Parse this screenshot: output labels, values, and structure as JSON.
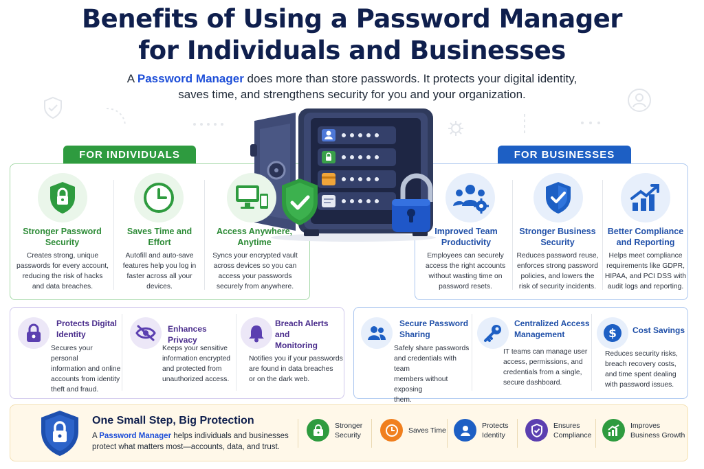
{
  "header": {
    "title_line1": "Benefits of Using a Password Manager",
    "title_line2": "for Individuals and Businesses",
    "subtitle_pre": "A ",
    "subtitle_highlight": "Password Manager",
    "subtitle_post": " does more than store passwords. It protects your digital identity,",
    "subtitle_line2": "saves time, and strengthens security for you and your organization."
  },
  "individuals": {
    "label": "FOR INDIVIDUALS",
    "features": [
      {
        "title1": "Stronger Password",
        "title2": "Security",
        "desc": [
          "Creates strong, unique",
          "passwords for every account,",
          "reducing the risk of hacks",
          "and data breaches."
        ],
        "icon": "lock-shield-icon"
      },
      {
        "title1": "Saves Time and",
        "title2": "Effort",
        "desc": [
          "Autofill and auto-save",
          "features help you log in",
          "faster across all your",
          "devices."
        ],
        "icon": "clock-icon"
      },
      {
        "title1": "Access Anywhere,",
        "title2": "Anytime",
        "desc": [
          "Syncs your encrypted vault",
          "across devices so you can",
          "access your passwords",
          "securely from anywhere."
        ],
        "icon": "devices-icon"
      }
    ],
    "secondary": [
      {
        "title1": "Protects Digital",
        "title2": "Identity",
        "desc": [
          "Secures your personal",
          "information and online",
          "accounts from identity",
          "theft and fraud."
        ],
        "icon": "lock-icon"
      },
      {
        "title1": "Enhances Privacy",
        "title2": "",
        "desc": [
          "Keeps your sensitive",
          "information encrypted",
          "and protected from",
          "unauthorized access."
        ],
        "icon": "eye-off-icon"
      },
      {
        "title1": "Breach Alerts and",
        "title2": "Monitoring",
        "desc": [
          "Notifies you if your passwords",
          "are found in data breaches",
          "or on the dark web."
        ],
        "icon": "bell-icon"
      }
    ]
  },
  "businesses": {
    "label": "FOR BUSINESSES",
    "features": [
      {
        "title1": "Improved Team",
        "title2": "Productivity",
        "desc": [
          "Employees can securely",
          "access the right accounts",
          "without wasting time on",
          "password resets."
        ],
        "icon": "team-gear-icon"
      },
      {
        "title1": "Stronger Business",
        "title2": "Security",
        "desc": [
          "Reduces password reuse,",
          "enforces strong password",
          "policies, and lowers the",
          "risk of security incidents."
        ],
        "icon": "check-shield-icon"
      },
      {
        "title1": "Better Compliance",
        "title2": "and Reporting",
        "desc": [
          "Helps meet compliance",
          "requirements like GDPR,",
          "HIPAA, and PCI DSS with",
          "audit logs and reporting."
        ],
        "icon": "growth-chart-icon"
      }
    ],
    "secondary": [
      {
        "title1": "Secure Password",
        "title2": "Sharing",
        "desc": [
          "Safely share passwords",
          "and credentials with team",
          "members without exposing",
          "them."
        ],
        "icon": "users-icon"
      },
      {
        "title1": "Centralized Access",
        "title2": "Management",
        "desc": [
          "IT teams can manage user",
          "access, permissions, and",
          "credentials from a single,",
          "secure dashboard."
        ],
        "icon": "key-icon"
      },
      {
        "title1": "Cost Savings",
        "title2": "",
        "desc": [
          "Reduces security risks,",
          "breach recovery costs,",
          "and time spent dealing",
          "with password issues."
        ],
        "icon": "dollar-icon"
      }
    ]
  },
  "banner": {
    "title": "One Small Step, Big Protection",
    "desc_pre": "A ",
    "desc_highlight": "Password Manager",
    "desc_post": " helps individuals and businesses",
    "desc_line2": "protect what matters most—accounts, data, and trust.",
    "items": [
      {
        "line1": "Stronger",
        "line2": "Security",
        "color": "#2e9b3f",
        "icon": "lock-icon"
      },
      {
        "line1": "Saves Time",
        "line2": "",
        "color": "#f07f1e",
        "icon": "clock-icon"
      },
      {
        "line1": "Protects",
        "line2": "Identity",
        "color": "#1d5fc4",
        "icon": "user-icon"
      },
      {
        "line1": "Ensures",
        "line2": "Compliance",
        "color": "#5b3fb0",
        "icon": "check-shield-icon"
      },
      {
        "line1": "Improves",
        "line2": "Business Growth",
        "color": "#2e9b3f",
        "icon": "growth-chart-icon"
      }
    ]
  },
  "colors": {
    "green": "#2e9b3f",
    "blue": "#1d5fc4",
    "purple": "#5b3fb0",
    "navy": "#0f1f4d",
    "orange": "#f07f1e"
  }
}
